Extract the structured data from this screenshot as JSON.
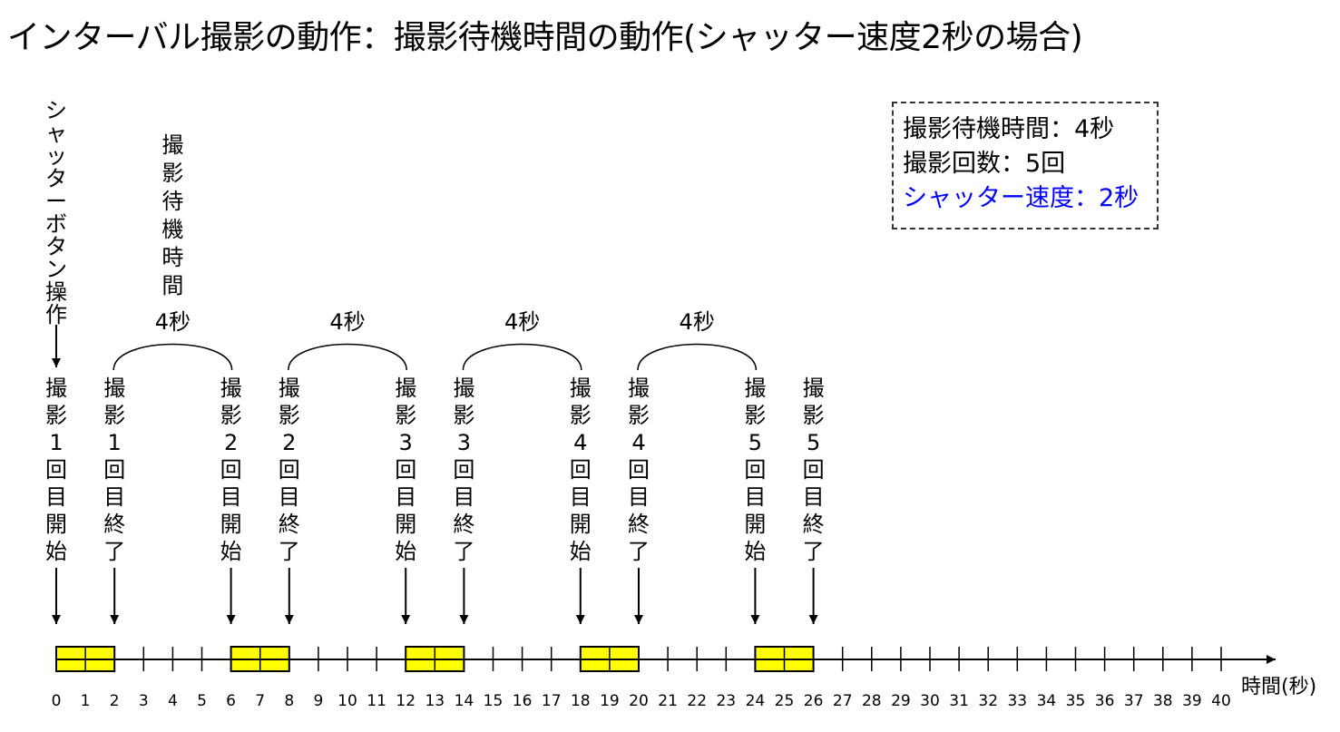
{
  "title": "インターバル撮影の動作：撮影待機時間の動作(シャッター速度2秒の場合)",
  "legend": {
    "line1": "撮影待機時間：4秒",
    "line2": "撮影回数：5回",
    "line3": "シャッター速度：2秒",
    "highlight_color": "#0000ff"
  },
  "shutter_label": "シャッターボタン操作",
  "wait_label": "撮影待機時間",
  "gap_label": "4秒",
  "time_unit_label": "時間(秒)",
  "colors": {
    "exposure_fill": "#ffff00",
    "line": "#000000"
  },
  "timeline": {
    "min": 0,
    "max": 40,
    "tick_labels": [
      "0",
      "1",
      "2",
      "3",
      "4",
      "5",
      "6",
      "7",
      "8",
      "9",
      "10",
      "11",
      "12",
      "13",
      "14",
      "15",
      "16",
      "17",
      "18",
      "19",
      "20",
      "21",
      "22",
      "23",
      "24",
      "25",
      "26",
      "27",
      "28",
      "29",
      "30",
      "31",
      "32",
      "33",
      "34",
      "35",
      "36",
      "37",
      "38",
      "39",
      "40"
    ]
  },
  "shots": [
    {
      "start": 0,
      "end": 2,
      "start_label": "撮影1回目開始",
      "end_label": "撮影1回目終了"
    },
    {
      "start": 6,
      "end": 8,
      "start_label": "撮影2回目開始",
      "end_label": "撮影2回目終了"
    },
    {
      "start": 12,
      "end": 14,
      "start_label": "撮影3回目開始",
      "end_label": "撮影3回目終了"
    },
    {
      "start": 18,
      "end": 20,
      "start_label": "撮影4回目開始",
      "end_label": "撮影4回目終了"
    },
    {
      "start": 24,
      "end": 26,
      "start_label": "撮影5回目開始",
      "end_label": "撮影5回目終了"
    }
  ]
}
